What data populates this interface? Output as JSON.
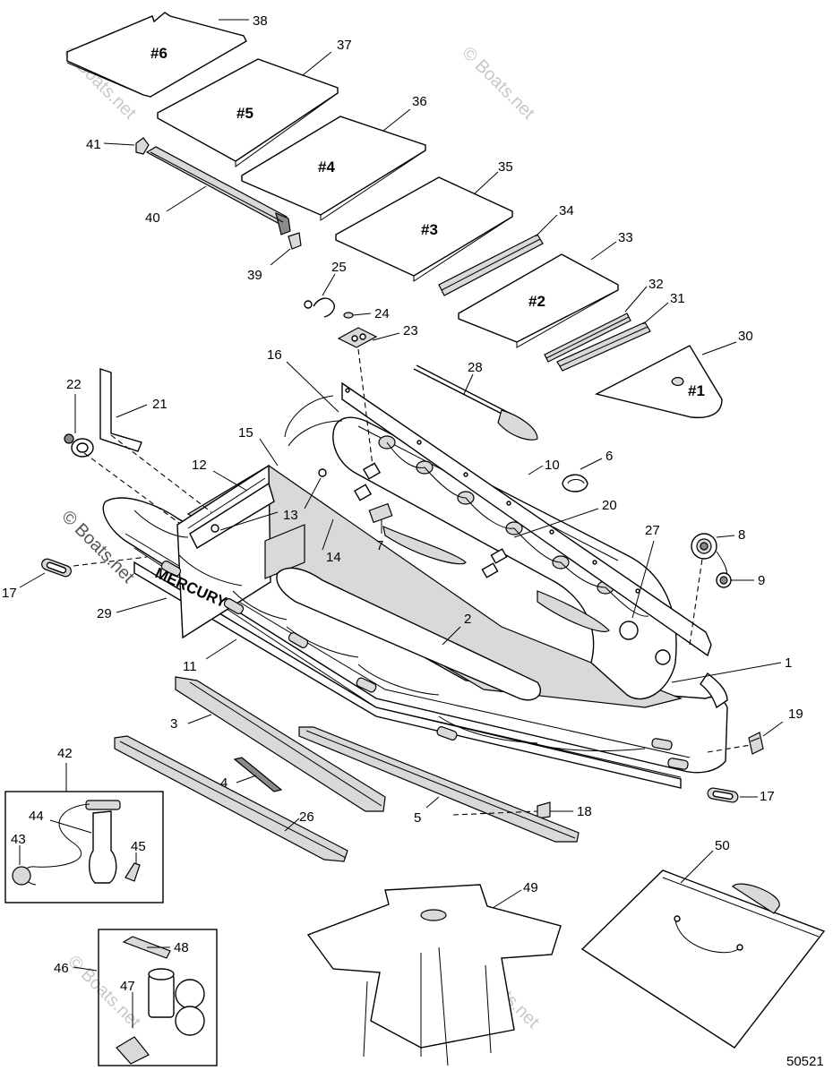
{
  "figure_number": "50521",
  "watermark_text": "© Boats.net",
  "brand_text": "MERCURY",
  "floor_boards": [
    "#6",
    "#5",
    "#4",
    "#3",
    "#2",
    "#1"
  ],
  "callouts": [
    "1",
    "2",
    "3",
    "4",
    "5",
    "6",
    "7",
    "8",
    "9",
    "10",
    "11",
    "12",
    "13",
    "14",
    "15",
    "16",
    "17",
    "17",
    "18",
    "19",
    "20",
    "21",
    "22",
    "23",
    "24",
    "25",
    "26",
    "27",
    "28",
    "29",
    "30",
    "31",
    "32",
    "33",
    "34",
    "35",
    "36",
    "37",
    "38",
    "39",
    "40",
    "41",
    "42",
    "43",
    "44",
    "45",
    "46",
    "47",
    "48",
    "49",
    "50"
  ]
}
